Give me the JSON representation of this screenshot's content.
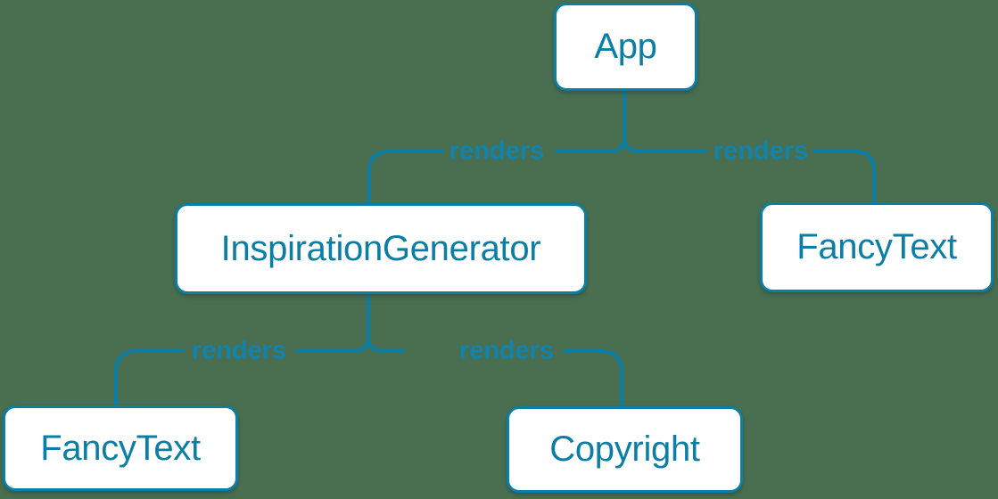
{
  "theme": {
    "background": "#4a6f50",
    "accent": "#0a7ea4",
    "node_fill": "#ffffff",
    "edge_label_color": "#1183ad"
  },
  "diagram": {
    "type": "component-render-tree",
    "nodes": [
      {
        "id": "app",
        "label": "App"
      },
      {
        "id": "inspiration-generator",
        "label": "InspirationGenerator"
      },
      {
        "id": "fancy-text-right",
        "label": "FancyText"
      },
      {
        "id": "fancy-text-left",
        "label": "FancyText"
      },
      {
        "id": "copyright",
        "label": "Copyright"
      }
    ],
    "edges": [
      {
        "from": "App",
        "to": "InspirationGenerator",
        "label": "renders"
      },
      {
        "from": "App",
        "to": "FancyText",
        "label": "renders"
      },
      {
        "from": "InspirationGenerator",
        "to": "FancyText",
        "label": "renders"
      },
      {
        "from": "InspirationGenerator",
        "to": "Copyright",
        "label": "renders"
      }
    ]
  }
}
